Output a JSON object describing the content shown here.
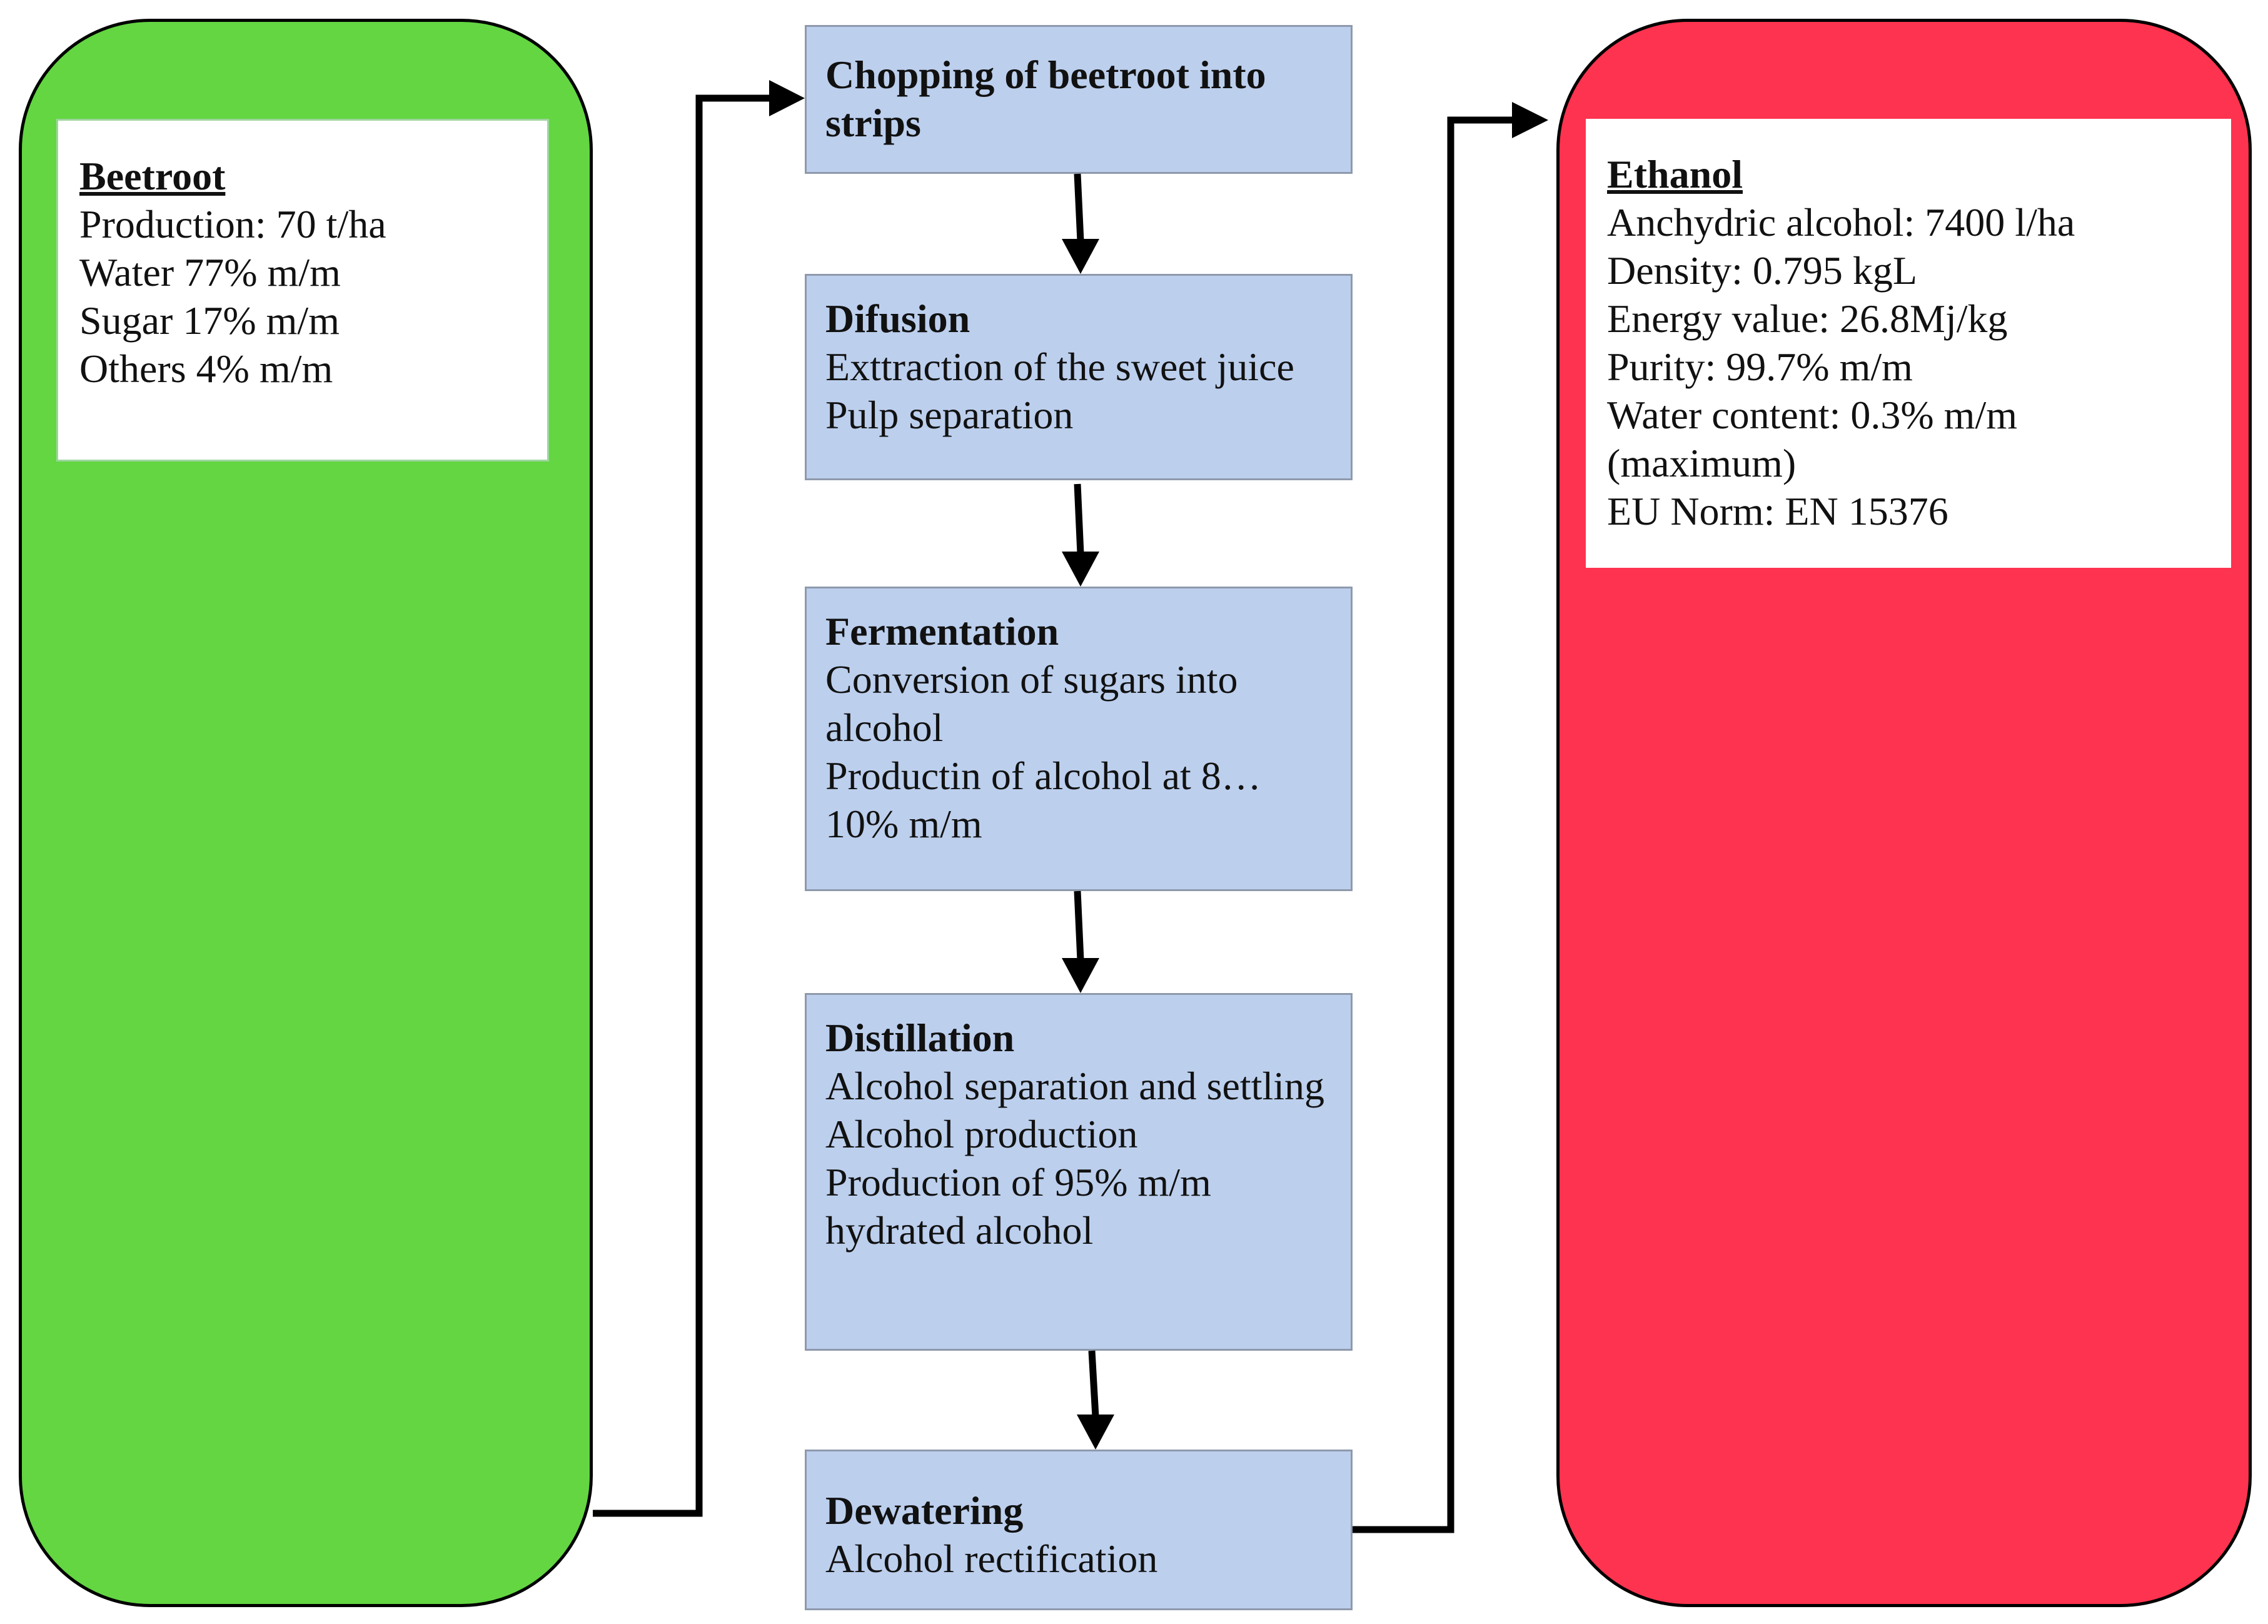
{
  "colors": {
    "left_panel": "#63d642",
    "right_panel": "#fe334f",
    "step_fill": "#bccfed",
    "page_background": "#ffffff"
  },
  "input": {
    "title": "Beetroot",
    "lines": [
      "Production: 70 t/ha",
      "Water 77% m/m",
      "Sugar 17% m/m",
      "Others 4% m/m"
    ]
  },
  "steps": [
    {
      "title": "Chopping of beetroot into strips",
      "lines": []
    },
    {
      "title": "Difusion",
      "lines": [
        "Exttraction of the sweet juice",
        "Pulp separation"
      ]
    },
    {
      "title": "Fermentation",
      "lines": [
        "Conversion of sugars into alcohol",
        "Productin of alcohol at 8…10% m/m"
      ]
    },
    {
      "title": "Distillation",
      "lines": [
        "Alcohol separation and settling",
        "Alcohol production",
        "Production of 95% m/m hydrated alcohol"
      ]
    },
    {
      "title": "Dewatering",
      "lines": [
        "Alcohol rectification"
      ]
    }
  ],
  "output": {
    "title": "Ethanol",
    "lines": [
      "Anchydric alcohol: 7400 l/ha",
      "Density: 0.795 kgL",
      "Energy value: 26.8Mj/kg",
      "Purity: 99.7% m/m",
      "Water content: 0.3% m/m (maximum)",
      "EU Norm: EN 15376"
    ]
  }
}
